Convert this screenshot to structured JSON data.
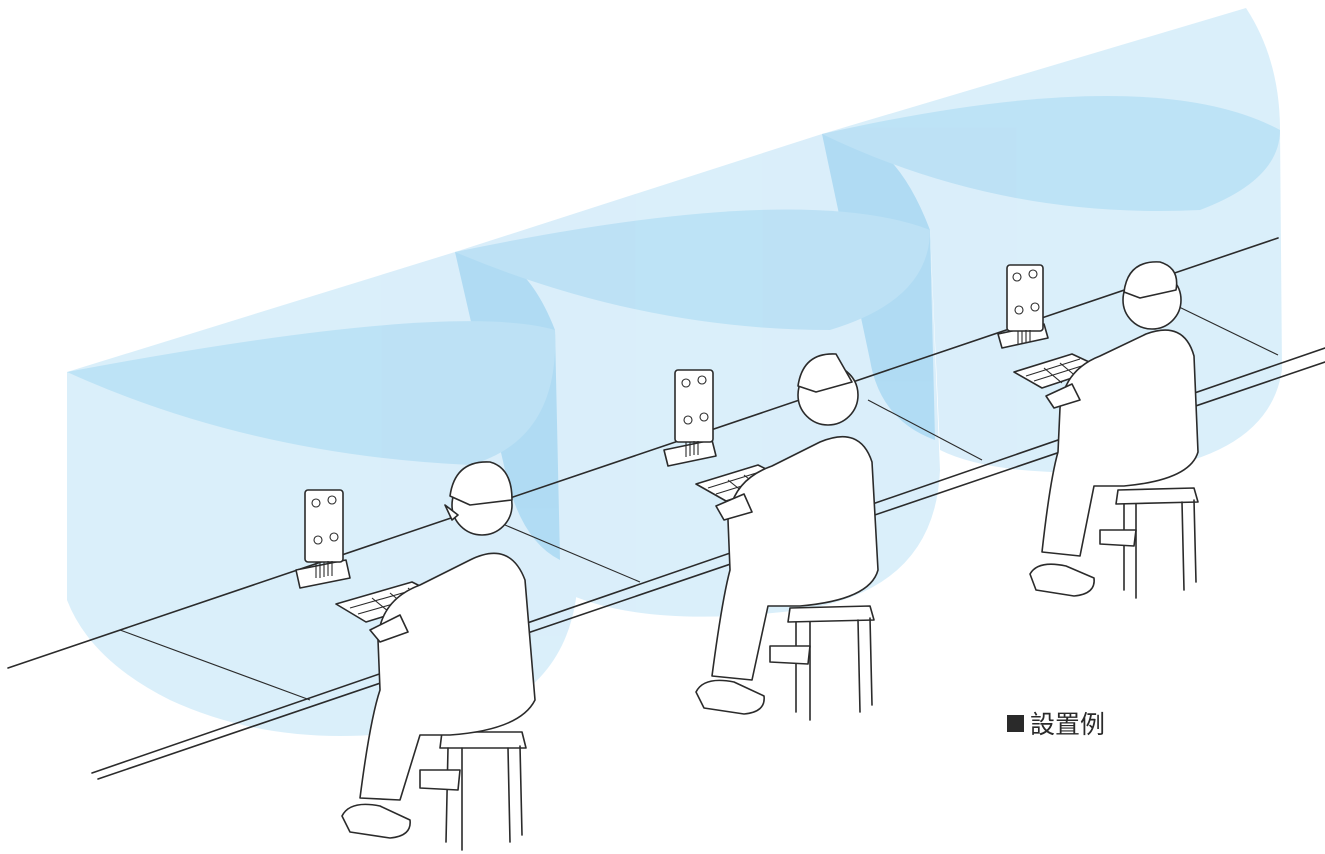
{
  "caption": {
    "marker": "■",
    "text": "設置例"
  },
  "colors": {
    "detection_area": "#bfe2f6",
    "detection_overlap": "#8fcdee",
    "line": "#2b2b2b"
  },
  "scene": {
    "stations": 3,
    "devices": 3,
    "workers": 3
  }
}
